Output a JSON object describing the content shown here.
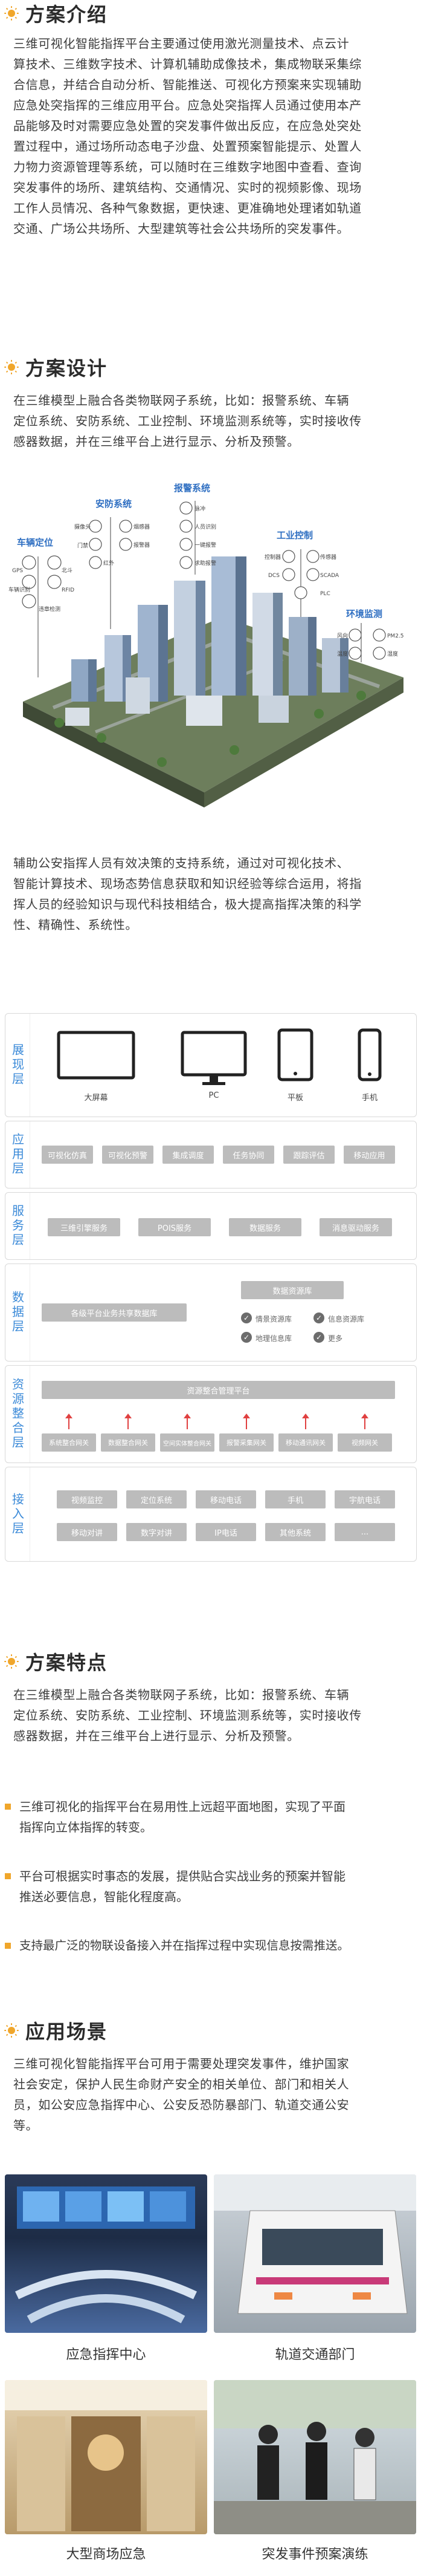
{
  "intro": {
    "title": "方案介绍",
    "lines": [
      "三维可视化智能指挥平台主要通过使用激光测量技术、点云计",
      "算技术、三维数字技术、计算机辅助成像技术，集成物联采集综",
      "合信息，并结合自动分析、智能推送、可视化方预案来实现辅助",
      "应急处突指挥的三维应用平台。应急处突指挥人员通过使用本产",
      "品能够及时对需要应急处置的突发事件做出反应，在应急处突处",
      "置过程中，通过场所动态电子沙盘、处置预案智能提示、处置人",
      "力物力资源管理等系统，可以随时在三维数字地图中查看、查询",
      "突发事件的场所、建筑结构、交通情况、实时的视频影像、现场",
      "工作人员情况、各种气象数据，更快速、更准确地处理诸如轨道",
      "交通、广场公共场所、大型建筑等社会公共场所的突发事件。"
    ]
  },
  "design": {
    "title": "方案设计",
    "lines": [
      "在三维模型上融合各类物联网子系统，比如：报警系统、车辆",
      "定位系统、安防系统、工业控制、环境监测系统等，实时接收传",
      "感器数据，并在三维平台上进行显示、分析及预警。"
    ],
    "map_labels": {
      "vehicle": "车辆定位",
      "security": "安防系统",
      "alarm": "报警系统",
      "industrial": "工业控制",
      "env": "环境监测"
    },
    "map_items": {
      "vehicle": [
        "GPS",
        "北斗",
        "RFID",
        "车辆识别",
        "违章检测"
      ],
      "security": [
        "门禁",
        "报警器",
        "烟感器",
        "摄像头",
        "红外"
      ],
      "alarm": [
        "脉冲",
        "人员识别",
        "一键报警",
        "求助报警"
      ],
      "industrial": [
        "DCS",
        "SCADA",
        "PLC",
        "传感器",
        "控制器"
      ],
      "env": [
        "风向",
        "PM2.5",
        "温度",
        "湿度"
      ]
    },
    "support_lines": [
      "辅助公安指挥人员有效决策的支持系统，通过对可视化技术、",
      "智能计算技术、现场态势信息获取和知识经验等综合运用，将指",
      "挥人员的经验知识与现代科技相结合，极大提高指挥决策的科学",
      "性、精确性、系统性。"
    ]
  },
  "architecture": {
    "display": {
      "name": "展现层",
      "devices": [
        "大屏幕",
        "PC",
        "平板",
        "手机"
      ]
    },
    "application": {
      "name": "应用层",
      "items": [
        "可视化仿真",
        "可视化预警",
        "集成调度",
        "任务协同",
        "跟踪评估",
        "移动应用"
      ]
    },
    "service": {
      "name": "服务层",
      "items": [
        "三维引擎服务",
        "POIS服务",
        "数据服务",
        "消息驱动服务"
      ]
    },
    "data": {
      "name": "数据层",
      "resource": "数据资源库",
      "shared": "各级平台业务共享数据库",
      "checks": [
        "情景资源库",
        "信息资源库",
        "地理信息库",
        "更多"
      ]
    },
    "integration": {
      "name": "资源整合层",
      "manager": "资源整合管理平台",
      "items": [
        "系统整合网关",
        "数据整合网关",
        "空间实体整合网关",
        "报警采集网关",
        "移动通讯网关",
        "视频网关"
      ]
    },
    "access": {
      "name": "接入层",
      "row1": [
        "视频监控",
        "定位系统",
        "移动电话",
        "手机",
        "宇航电话"
      ],
      "row2": [
        "移动对讲",
        "数字对讲",
        "IP电话",
        "其他系统",
        "..."
      ]
    }
  },
  "features": {
    "title": "方案特点",
    "lines": [
      "在三维模型上融合各类物联网子系统，比如：报警系统、车辆",
      "定位系统、安防系统、工业控制、环境监测系统等，实时接收传",
      "感器数据，并在三维平台上进行显示、分析及预警。"
    ],
    "bullets": [
      [
        "三维可视化的指挥平台在易用性上远超平面地图，实现了平面",
        "指挥向立体指挥的转变。"
      ],
      [
        "平台可根据实时事态的发展，提供贴合实战业务的预案并智能",
        "推送必要信息，智能化程度高。"
      ],
      [
        "支持最广泛的物联设备接入并在指挥过程中实现信息按需推送。"
      ]
    ]
  },
  "scenarios": {
    "title": "应用场景",
    "lines": [
      "三维可视化智能指挥平台可用于需要处理突发事件，维护国家",
      "社会安定，保护人民生命财产安全的相关单位、部门和相关人",
      "员，如公安应急指挥中心、公安反恐防暴部门、轨道交通公安",
      "等。"
    ],
    "cards": [
      "应急指挥中心",
      "轨道交通部门",
      "大型商场应急",
      "突发事件预案演练"
    ]
  },
  "colors": {
    "accent": "#f0a62b",
    "layer_text": "#3b8ad8",
    "box_gray": "#bcbcbc",
    "arrow_red": "#e04040"
  }
}
